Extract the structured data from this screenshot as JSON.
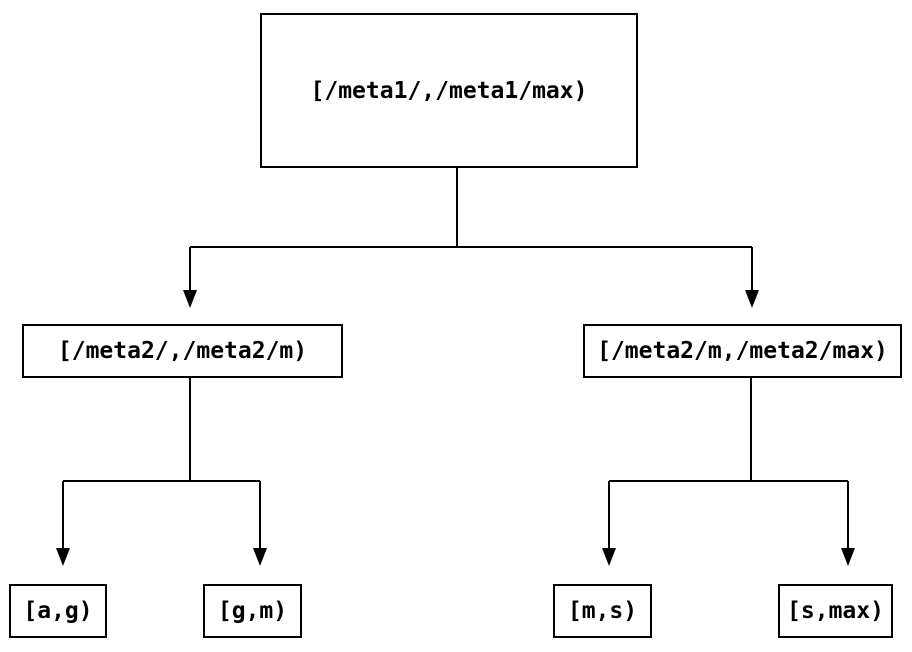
{
  "diagram": {
    "kind": "interval-partition-tree",
    "nodes": {
      "root": {
        "label": "[/meta1/,/meta1/max)"
      },
      "left_child": {
        "label": "[/meta2/,/meta2/m)"
      },
      "right_child": {
        "label": "[/meta2/m,/meta2/max)"
      },
      "leaf_a_g": {
        "label": "[a,g)"
      },
      "leaf_g_m": {
        "label": "[g,m)"
      },
      "leaf_m_s": {
        "label": "[m,s)"
      },
      "leaf_s_max": {
        "label": "[s,max)"
      }
    },
    "edges": [
      {
        "from": "root",
        "to": "left_child"
      },
      {
        "from": "root",
        "to": "right_child"
      },
      {
        "from": "left_child",
        "to": "leaf_a_g"
      },
      {
        "from": "left_child",
        "to": "leaf_g_m"
      },
      {
        "from": "right_child",
        "to": "leaf_m_s"
      },
      {
        "from": "right_child",
        "to": "leaf_s_max"
      }
    ],
    "colors": {
      "background": "#ffffff",
      "line": "#000000",
      "text": "#000000",
      "node_fill": "#ffffff"
    }
  }
}
